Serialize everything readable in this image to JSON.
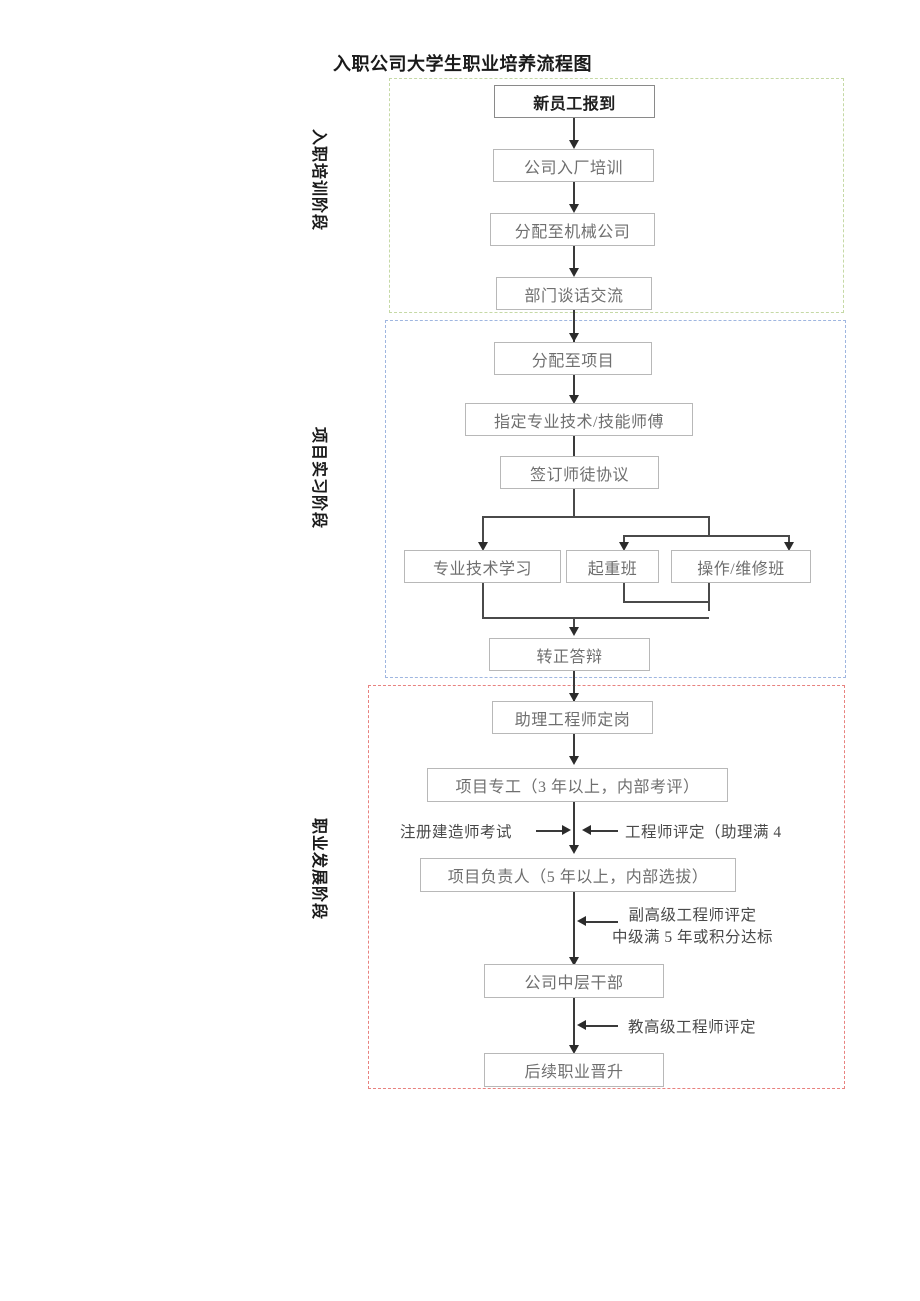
{
  "document": {
    "title": "入职公司大学生职业培养流程图"
  },
  "phases": [
    {
      "id": "onboarding",
      "label": "入职培训阶段",
      "color": "#c5d9a5"
    },
    {
      "id": "project-internship",
      "label": "项目实习阶段",
      "color": "#9fb6e0"
    },
    {
      "id": "career-development",
      "label": "职业发展阶段",
      "color": "#e8827f"
    }
  ],
  "nodes": {
    "n1": "新员工报到",
    "n2": "公司入厂培训",
    "n3": "分配至机械公司",
    "n4": "部门谈话交流",
    "n5": "分配至项目",
    "n6": "指定专业技术/技能师傅",
    "n7": "签订师徒协议",
    "n8": "专业技术学习",
    "n9": "起重班",
    "n10": "操作/维修班",
    "n11": "转正答辩",
    "n12": "助理工程师定岗",
    "n13": "项目专工（3 年以上，内部考评）",
    "n14": "项目负责人（5 年以上，内部选拔）",
    "n15": "公司中层干部",
    "n16": "后续职业晋升"
  },
  "annotations": {
    "exam_left": "注册建造师考试",
    "engineer_eval_right": "工程师评定（助理满 4",
    "senior_eval_line1": "副高级工程师评定",
    "senior_eval_line2": "中级满 5 年或积分达标",
    "professor_eval": "教高级工程师评定"
  }
}
